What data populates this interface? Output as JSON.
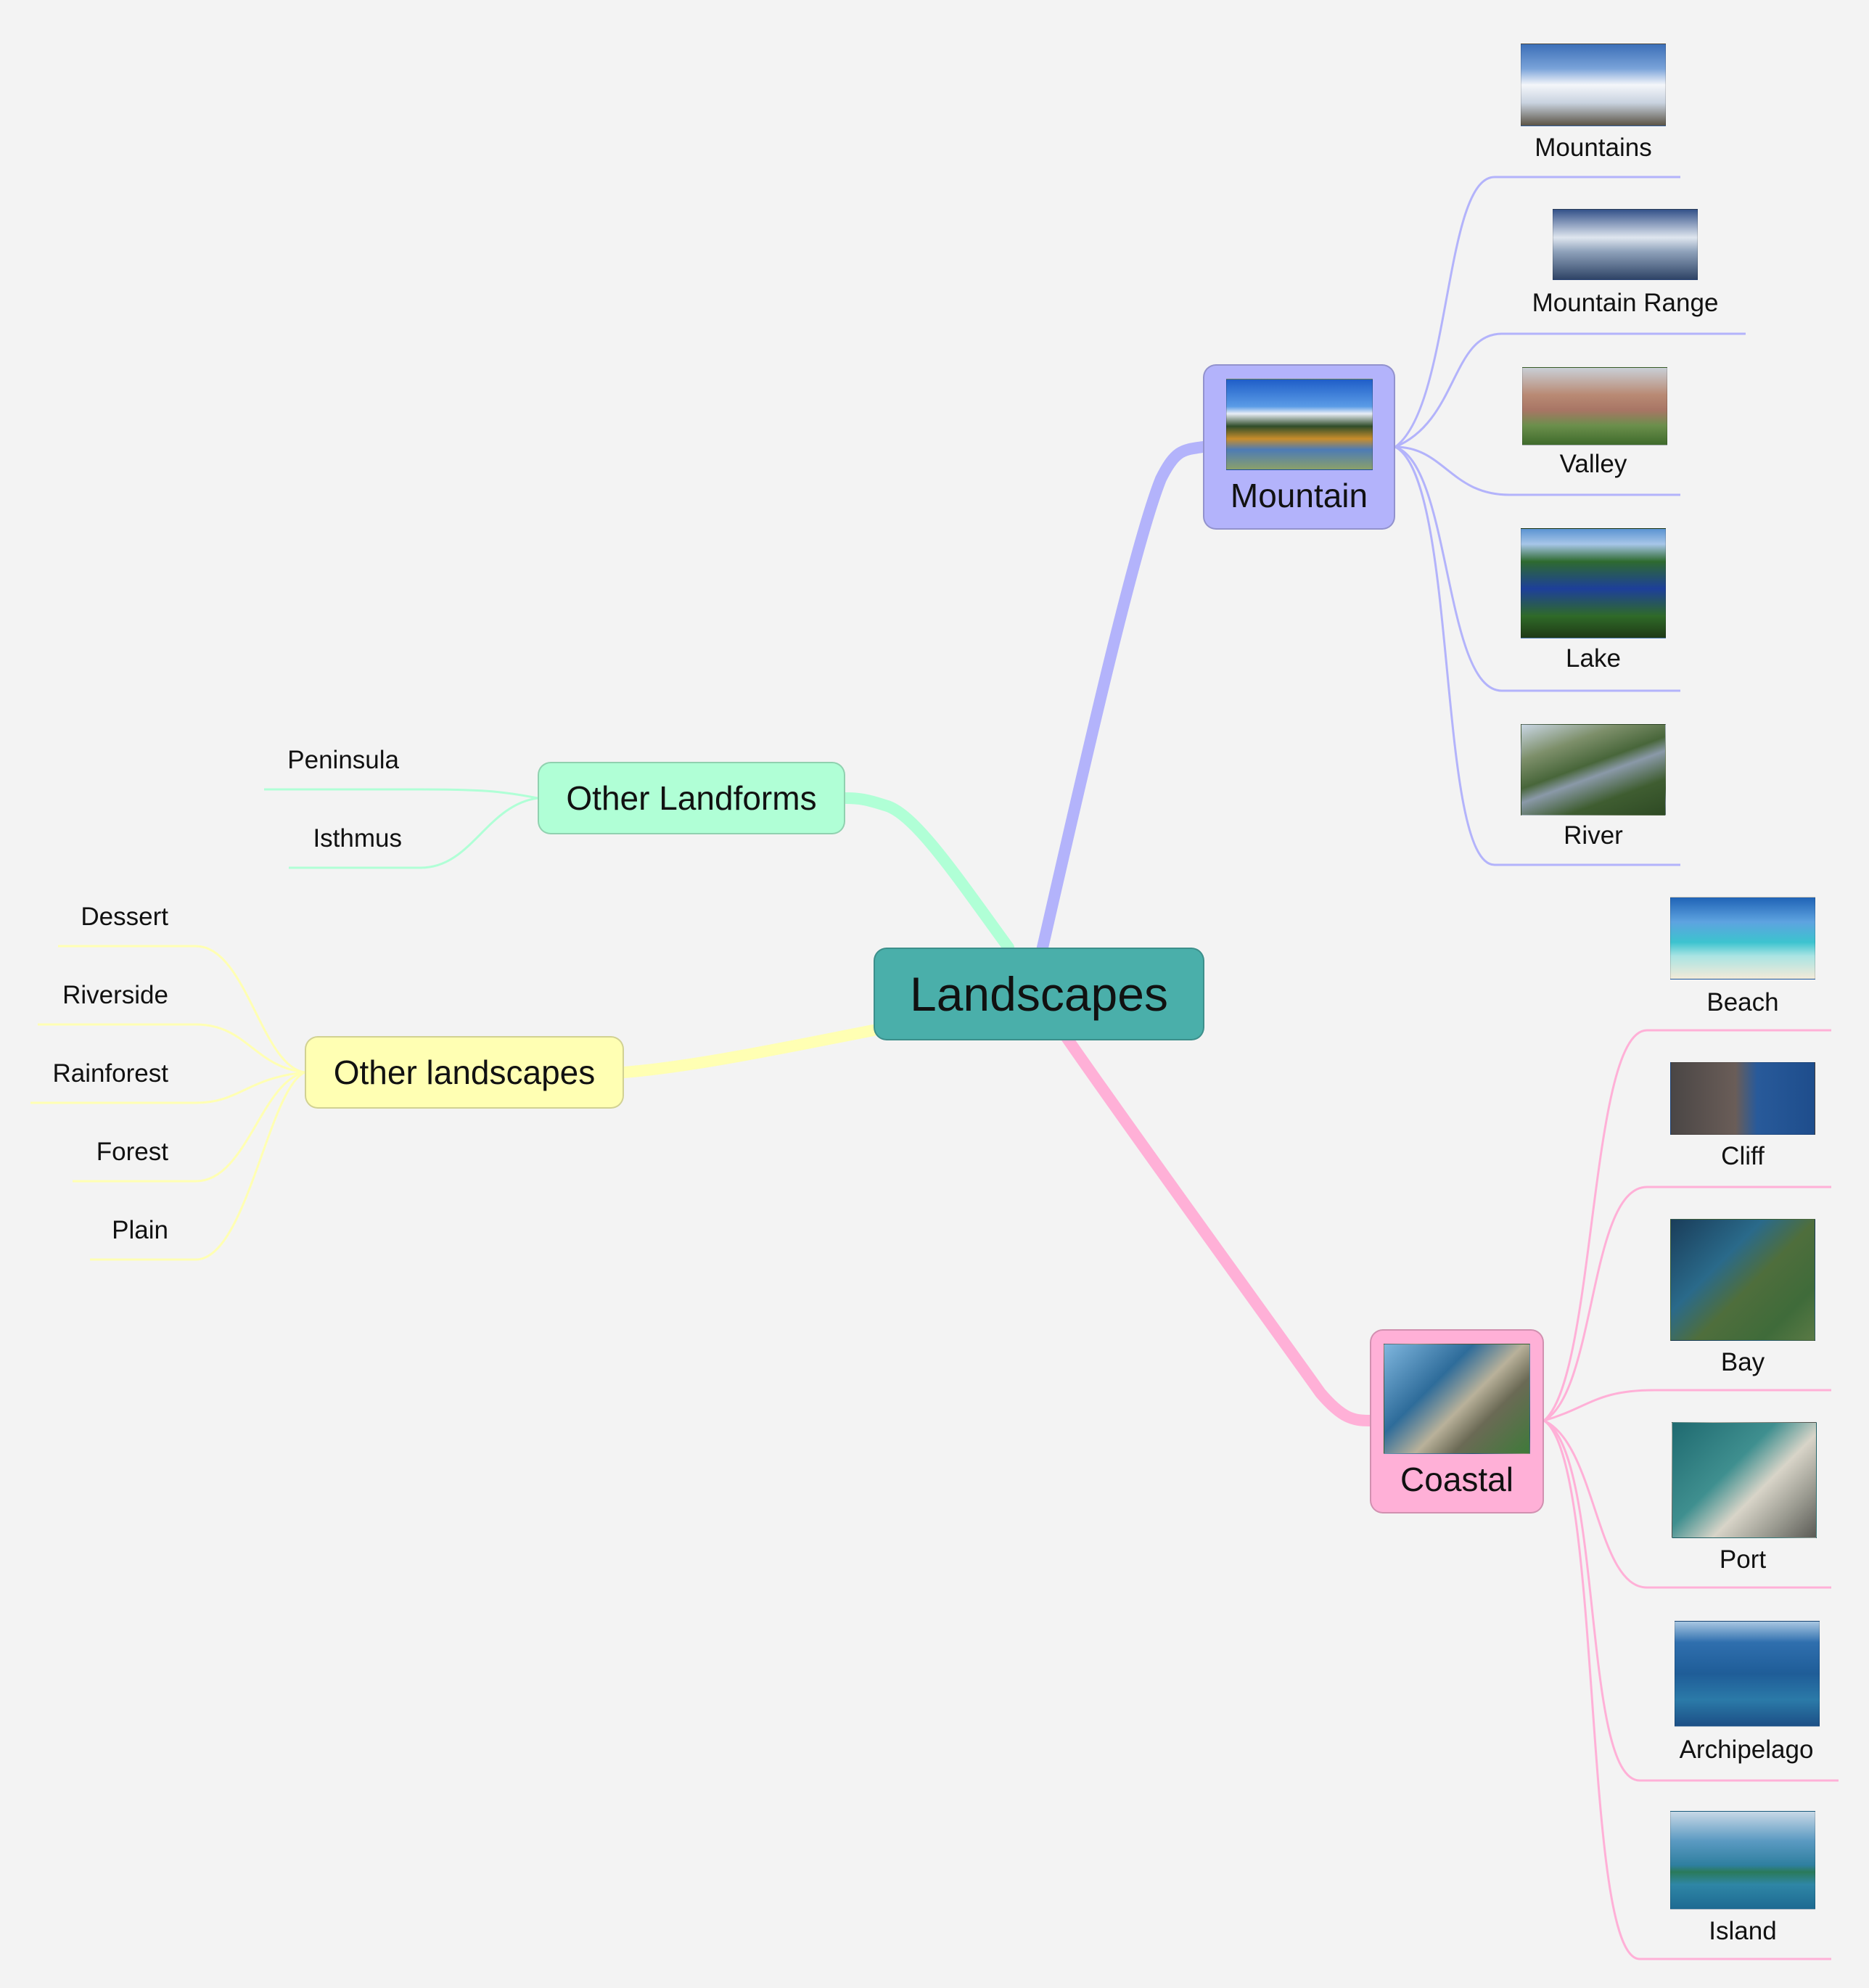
{
  "diagram": {
    "root": "Landscapes",
    "branches": {
      "mountain": {
        "label": "Mountain",
        "color": "#b3b3fb",
        "children": [
          "Mountains",
          "Mountain Range",
          "Valley",
          "Lake",
          "River"
        ]
      },
      "coastal": {
        "label": "Coastal",
        "color": "#ffb0d7",
        "children": [
          "Beach",
          "Cliff",
          "Bay",
          "Port",
          "Archipelago",
          "Island"
        ]
      },
      "other_landforms": {
        "label": "Other Landforms",
        "color": "#b0ffd6",
        "children": [
          "Peninsula",
          "Isthmus"
        ]
      },
      "other_landscapes": {
        "label": "Other landscapes",
        "color": "#ffffb3",
        "children": [
          "Dessert",
          "Riverside",
          "Rainforest",
          "Forest",
          "Plain"
        ]
      }
    },
    "root_color": "#4aafaa"
  }
}
